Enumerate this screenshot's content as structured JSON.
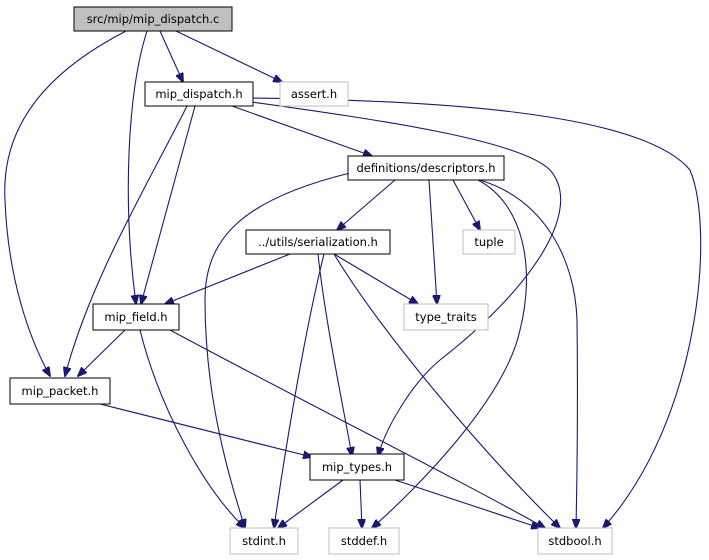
{
  "diagram": {
    "nodes": {
      "src_dispatch_c": "src/mip/mip_dispatch.c",
      "mip_dispatch_h": "mip_dispatch.h",
      "assert_h": "assert.h",
      "descriptors_h": "definitions/descriptors.h",
      "serialization_h": "../utils/serialization.h",
      "tuple": "tuple",
      "mip_field_h": "mip_field.h",
      "type_traits": "type_traits",
      "mip_packet_h": "mip_packet.h",
      "mip_types_h": "mip_types.h",
      "stdint_h": "stdint.h",
      "stddef_h": "stddef.h",
      "stdbool_h": "stdbool.h"
    }
  },
  "colors": {
    "edge": "#191970",
    "root_fill": "#bfbfbf",
    "local_border": "#000000",
    "external_border": "#bfbfbf"
  }
}
